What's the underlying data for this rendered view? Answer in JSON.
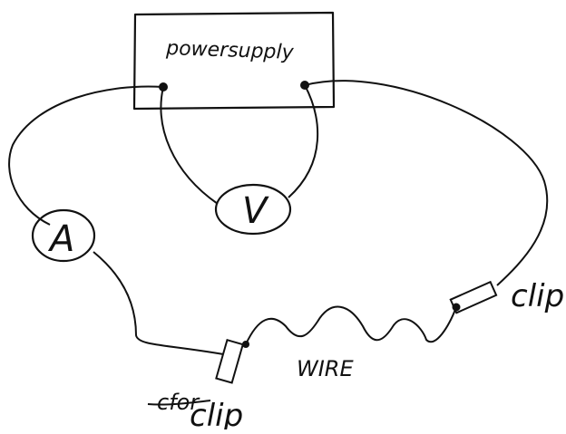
{
  "diagram": {
    "power_supply_label": "powersupply",
    "voltmeter_label": "V",
    "ammeter_label": "A",
    "wire_label": "WIRE",
    "clip_right_label": "clip",
    "clip_bottom_label": "clip",
    "crossed_out_text": "cfor"
  },
  "colors": {
    "ink": "#111111",
    "paper": "#ffffff"
  }
}
